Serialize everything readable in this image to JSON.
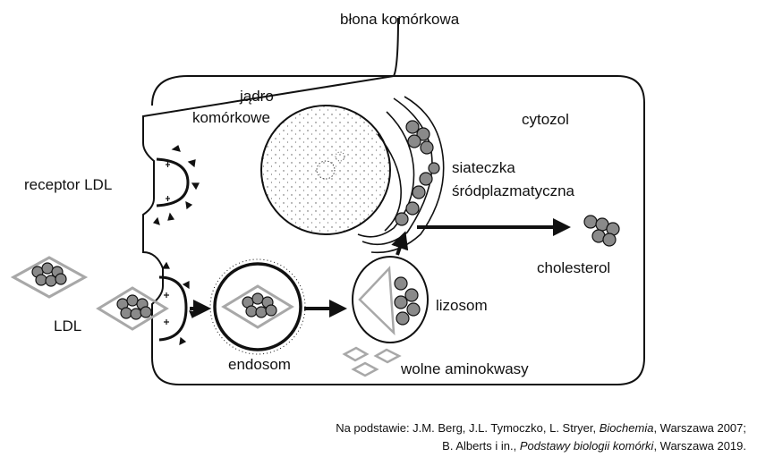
{
  "labels": {
    "cell_membrane": "błona komórkowa",
    "nucleus_line1": "jądro",
    "nucleus_line2": "komórkowe",
    "cytosol": "cytozol",
    "ldl_receptor": "receptor LDL",
    "er_line1": "siateczka",
    "er_line2": "śródplazmatyczna",
    "cholesterol": "cholesterol",
    "ldl": "LDL",
    "lysosome": "lizosom",
    "endosome": "endosom",
    "amino_acids": "wolne aminokwasy"
  },
  "source": {
    "line1_prefix": "Na podstawie: J.M. Berg, J.L. Tymoczko, L. Stryer, ",
    "line1_title": "Biochemia",
    "line1_suffix": ", Warszawa 2007;",
    "line2_prefix": "B. Alberts i in., ",
    "line2_title": "Podstawy biologii komórki",
    "line2_suffix": ", Warszawa 2019."
  },
  "colors": {
    "outline": "#111111",
    "cholesterol_fill": "#8a8a8a",
    "ldl_shell": "#a8a8a8"
  }
}
